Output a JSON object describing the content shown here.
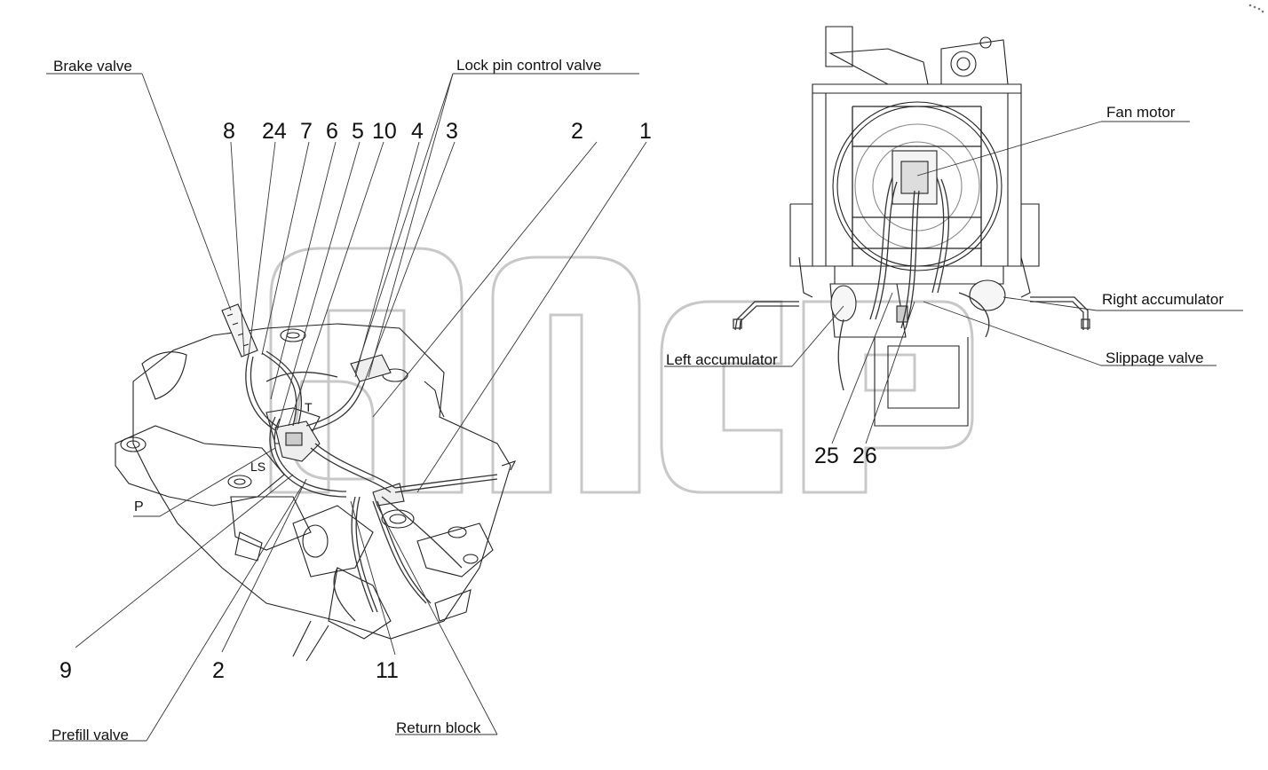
{
  "labels": {
    "brake_valve": "Brake valve",
    "lock_pin_control_valve": "Lock pin control valve",
    "fan_motor": "Fan motor",
    "right_accumulator": "Right  accumulator",
    "left_accumulator": "Left accumulator",
    "slippage_valve": "Slippage valve",
    "prefill_valve": "Prefill valve",
    "return_block": "Return block"
  },
  "ports": {
    "t": "T",
    "ls": "LS",
    "p": "P"
  },
  "callouts": {
    "n8": "8",
    "n24": "24",
    "n7": "7",
    "n6": "6",
    "n5": "5",
    "n10": "10",
    "n4": "4",
    "n3": "3",
    "n2_top": "2",
    "n1": "1",
    "n25": "25",
    "n26": "26",
    "n9": "9",
    "n2_bottom": "2",
    "n11": "11"
  }
}
